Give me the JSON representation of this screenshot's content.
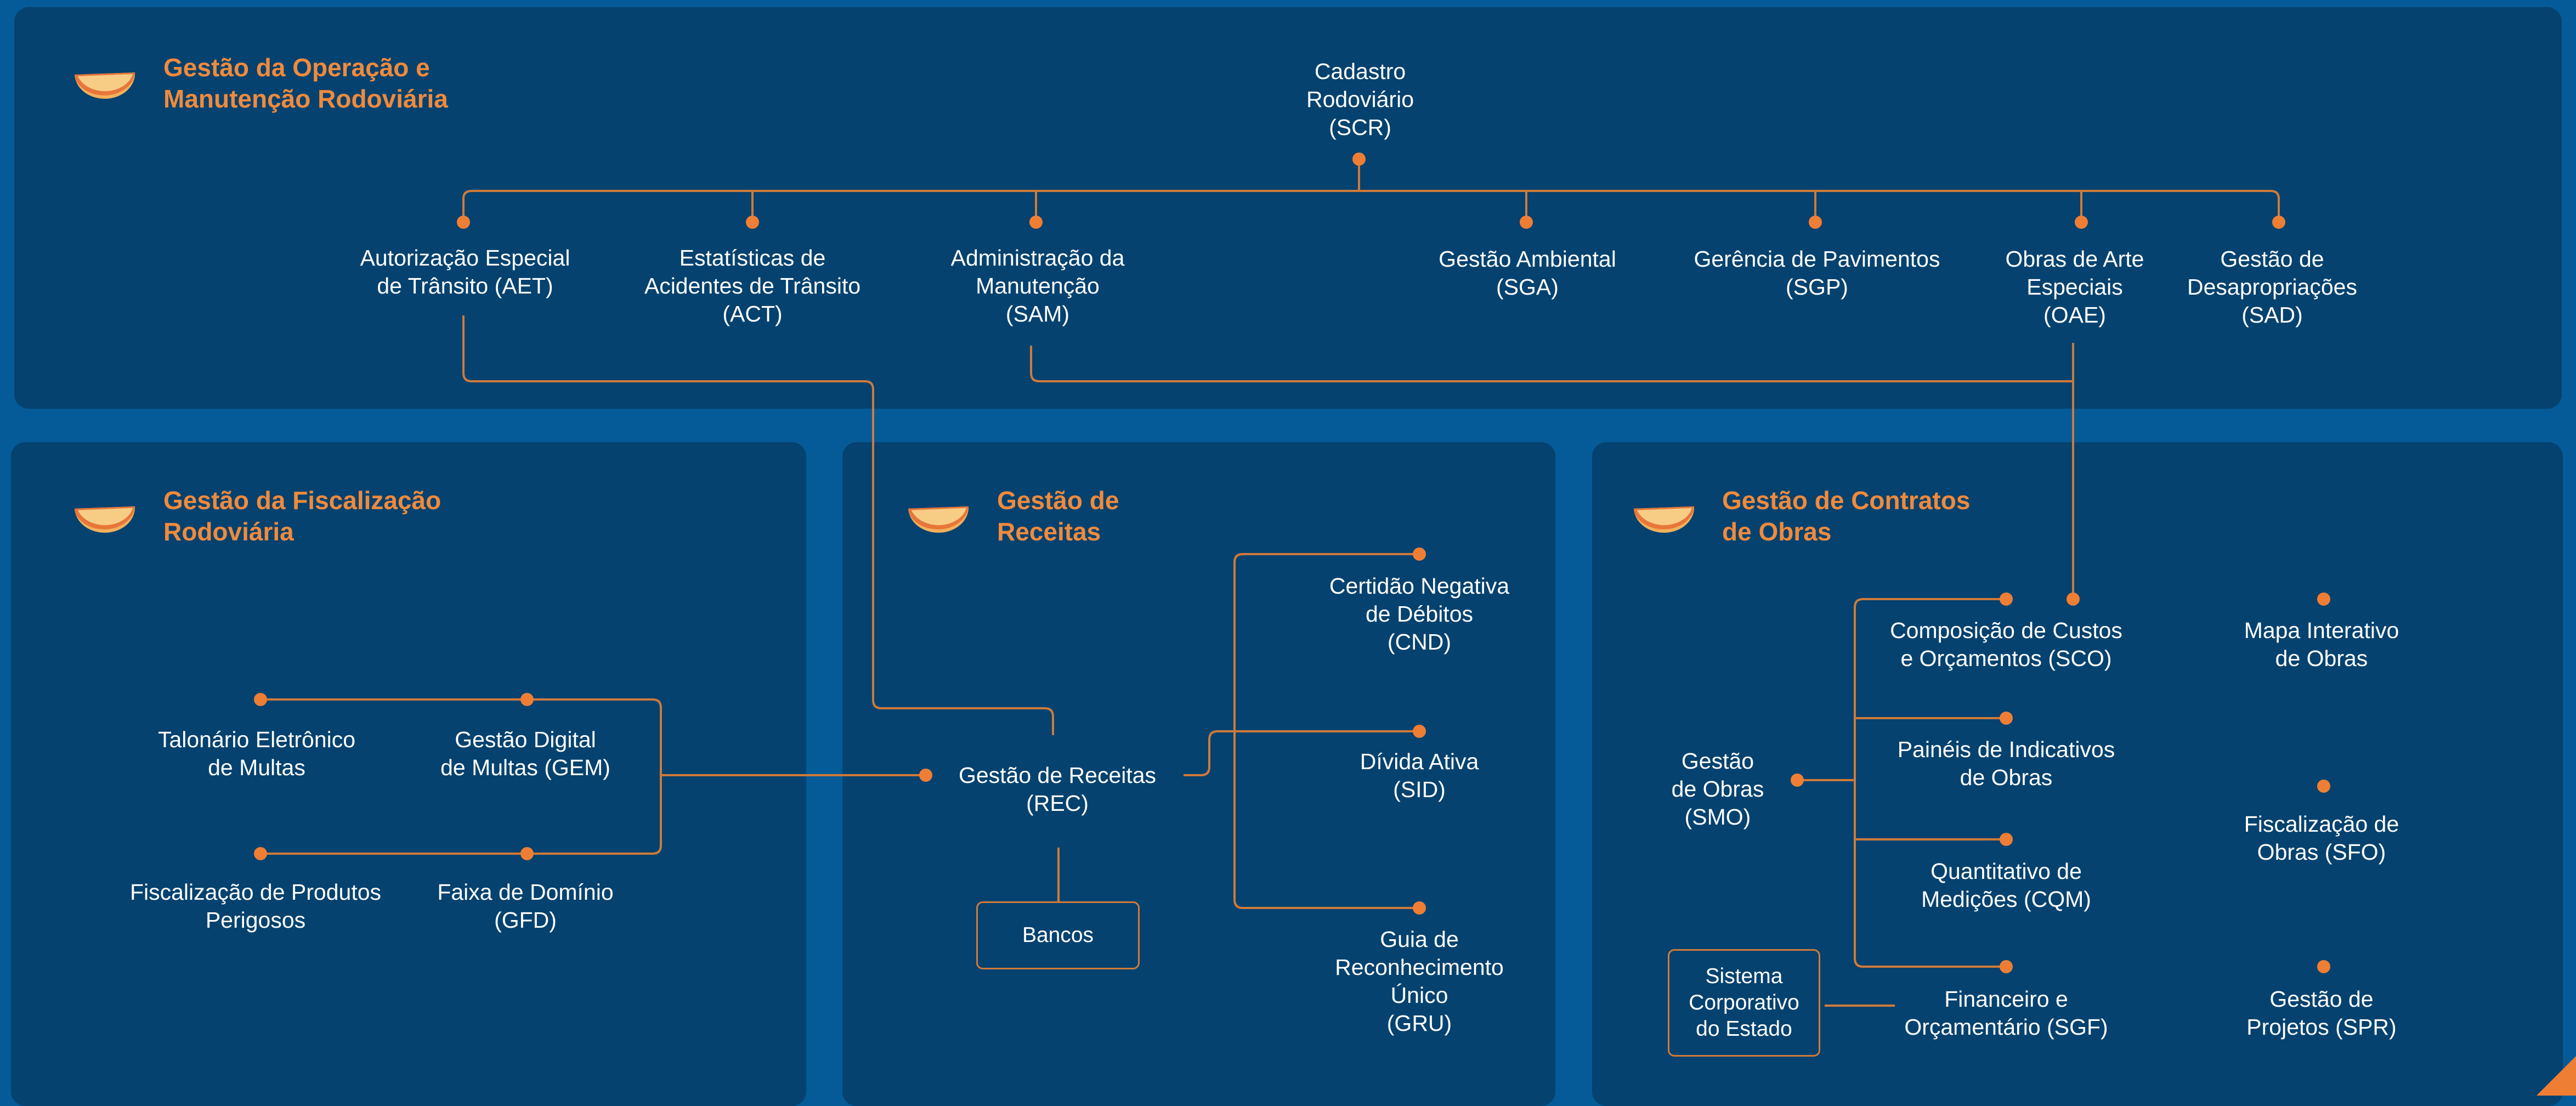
{
  "colors": {
    "background": "#045b97",
    "panel": "#05426f",
    "accent": "#f08a3c",
    "line": "#cf7a3a",
    "dot": "#ef7e35",
    "text": "#ffffff"
  },
  "panels": {
    "operacao": {
      "title": "Gestão da Operação e\nManutenção Rodoviária",
      "icon": "orange-slice-icon"
    },
    "fiscalizacao": {
      "title": "Gestão da Fiscalização\nRodoviária",
      "icon": "orange-slice-icon"
    },
    "receitas": {
      "title": "Gestão de\nReceitas",
      "icon": "orange-slice-icon"
    },
    "contratos": {
      "title": "Gestão de Contratos\nde Obras",
      "icon": "orange-slice-icon"
    }
  },
  "nodes": {
    "scr": "Cadastro\nRodoviário\n(SCR)",
    "aet": "Autorização Especial\nde Trânsito (AET)",
    "act": "Estatísticas de\nAcidentes de Trânsito\n(ACT)",
    "sam": "Administração da\nManutenção\n(SAM)",
    "sga": "Gestão Ambiental\n(SGA)",
    "sgp": "Gerência de Pavimentos\n(SGP)",
    "oae": "Obras de Arte\nEspeciais\n(OAE)",
    "sad": "Gestão de\nDesapropriações\n(SAD)",
    "talonario": "Talonário Eletrônico\nde Multas",
    "gem": "Gestão Digital\nde Multas (GEM)",
    "produtos": "Fiscalização de Produtos\nPerigosos",
    "gfd": "Faixa de Domínio\n(GFD)",
    "rec": "Gestão de Receitas\n(REC)",
    "cnd": "Certidão Negativa\nde Débitos\n(CND)",
    "sid": "Dívida Ativa\n(SID)",
    "gru": "Guia de\nReconhecimento\nÚnico\n(GRU)",
    "smo": "Gestão\nde Obras\n(SMO)",
    "sco": "Composição de Custos\ne Orçamentos (SCO)",
    "paineis": "Painéis de Indicativos\nde Obras",
    "cqm": "Quantitativo de\nMedições (CQM)",
    "sgf": "Financeiro e\nOrçamentário (SGF)",
    "mapa": "Mapa Interativo\nde Obras",
    "sfo": "Fiscalização de\nObras (SFO)",
    "spr": "Gestão de\nProjetos (SPR)"
  },
  "boxes": {
    "bancos": "Bancos",
    "sistema": "Sistema\nCorporativo\ndo Estado"
  }
}
